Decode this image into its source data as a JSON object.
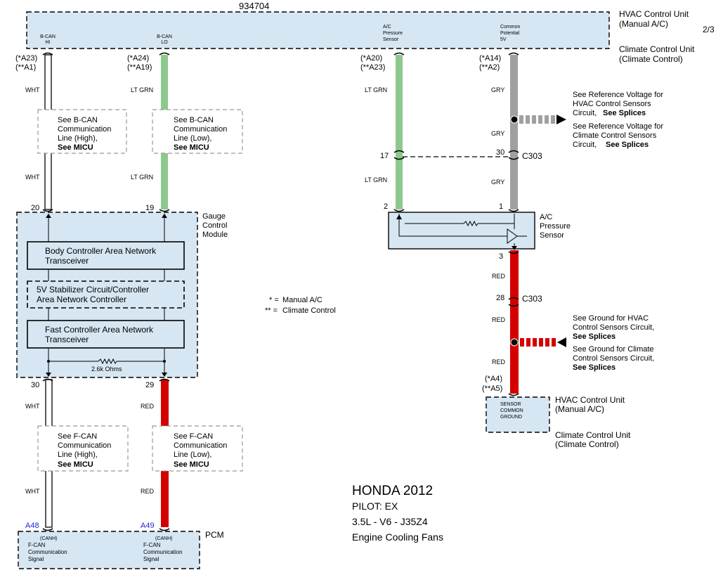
{
  "page": {
    "doc_id": "934704",
    "page_num": "2/3"
  },
  "top_unit": {
    "label1": "HVAC Control Unit",
    "label1b": "(Manual A/C)",
    "label2": "Climate Control Unit",
    "label2b": "(Climate Control)",
    "pins": [
      {
        "l1": "B-CAN",
        "l2": "HI"
      },
      {
        "l1": "B-CAN",
        "l2": "LO"
      },
      {
        "l1": "A/C",
        "l2": "Pressure",
        "l3": "Sensor"
      },
      {
        "l1": "Common",
        "l2": "Potential",
        "l3": "5V"
      }
    ]
  },
  "connectors": {
    "a23": "(*A23)",
    "a1": "(**A1)",
    "a24": "(*A24)",
    "a19": "(**A19)",
    "a20": "(*A20)",
    "a23b": "(**A23)",
    "a14": "(*A14)",
    "a2": "(**A2)",
    "a4": "(*A4)",
    "a5": "(**A5)"
  },
  "wire_labels": {
    "wht": "WHT",
    "ltgrn": "LT GRN",
    "gry": "GRY",
    "red": "RED"
  },
  "wire_colors": {
    "wht": "#ffffff",
    "ltgrn": "#8dc98d",
    "gry": "#a0a0a0",
    "red": "#d40000",
    "box": "#d6e6f3",
    "blue": "#1f1fd0"
  },
  "refs": {
    "bcan_hi": {
      "l1": "See B-CAN",
      "l2": "Communication",
      "l3": "Line (High),",
      "l4": "See MICU"
    },
    "bcan_lo": {
      "l1": "See B-CAN",
      "l2": "Communication",
      "l3": "Line (Low),",
      "l4": "See MICU"
    },
    "fcan_hi": {
      "l1": "See F-CAN",
      "l2": "Communication",
      "l3": "Line (High),",
      "l4": "See MICU"
    },
    "fcan_lo": {
      "l1": "See F-CAN",
      "l2": "Communication",
      "l3": "Line (Low),",
      "l4": "See MICU"
    }
  },
  "gauge": {
    "title1": "Gauge",
    "title2": "Control",
    "title3": "Module",
    "pin_hi": "20",
    "pin_lo": "19",
    "pin_out1": "30",
    "pin_out2": "29",
    "block1_l1": "Body Controller Area Network",
    "block1_l2": "Transceiver",
    "block2_l1": "5V Stabilizer Circuit/Controller",
    "block2_l2": "Area Network Controller",
    "block3_l1": "Fast Controller Area Network",
    "block3_l2": "Transceiver",
    "resistor": "2.6k Ohms"
  },
  "legend": {
    "k1": "* =",
    "v1": "Manual A/C",
    "k2": "** =",
    "v2": "Climate Control"
  },
  "c303": {
    "name": "C303",
    "pin17": "17",
    "pin30": "30",
    "pin28": "28"
  },
  "sensor": {
    "title1": "A/C",
    "title2": "Pressure",
    "title3": "Sensor",
    "pin2": "2",
    "pin1": "1",
    "pin3": "3"
  },
  "splices": {
    "ref1_l1": "See Reference Voltage for",
    "ref1_l2": "HVAC Control Sensors",
    "ref1_l3": "Circuit,",
    "ref1_l3b": "See Splices",
    "ref2_l1": "See Reference Voltage for",
    "ref2_l2": "Climate Control Sensors",
    "ref2_l3": "Circuit,",
    "ref2_l3b": "See Splices",
    "gnd1_l1": "See Ground for HVAC",
    "gnd1_l2": "Control Sensors Circuit,",
    "gnd1_l3": "See Splices",
    "gnd2_l1": "See Ground for Climate",
    "gnd2_l2": "Control Sensors Circuit,",
    "gnd2_l3": "See Splices"
  },
  "bottom_unit": {
    "l1": "SENSOR",
    "l2": "COMMON",
    "l3": "GROUND",
    "label1": "HVAC Control Unit",
    "label1b": "(Manual A/C)",
    "label2": "Climate Control Unit",
    "label2b": "(Climate Control)"
  },
  "pcm": {
    "title": "PCM",
    "pin_a48": "A48",
    "pin_a49": "A49",
    "s1_l1": "(CANH)",
    "s1_l2": "F-CAN",
    "s1_l3": "Communication",
    "s1_l4": "Signal",
    "s2_l1": "(CANH)",
    "s2_l2": "F-CAN",
    "s2_l3": "Communication",
    "s2_l4": "Signal"
  },
  "vehicle": {
    "make_year": "HONDA 2012",
    "model": "PILOT: EX",
    "engine": "3.5L - V6 - J35Z4",
    "system": "Engine Cooling Fans"
  }
}
